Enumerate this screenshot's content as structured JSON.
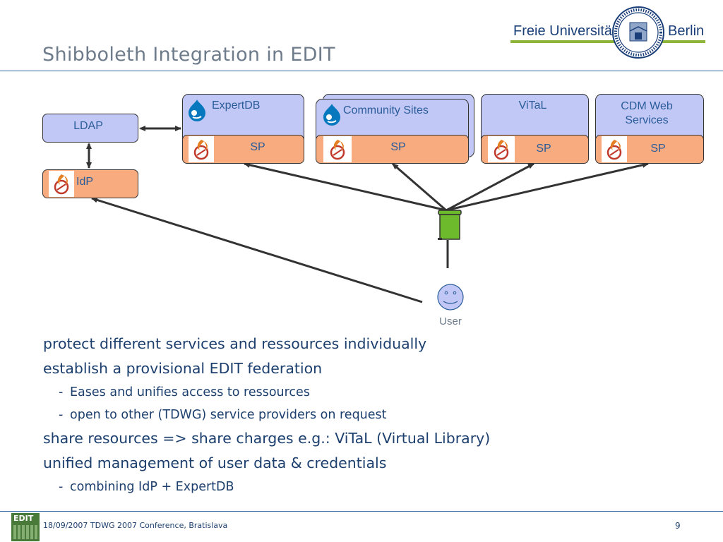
{
  "slide": {
    "title": "Shibboleth Integration in EDIT",
    "page_number": "9",
    "footer": "18/09/2007 TDWG 2007 Conference, Bratislava"
  },
  "logo": {
    "university_left": "Freie Universität",
    "university_right": "Berlin",
    "edit_logo_text": "EDIT"
  },
  "diagram": {
    "ldap": "LDAP",
    "idp": "IdP",
    "services": [
      {
        "name": "ExpertDB",
        "sp": "SP"
      },
      {
        "name": "Community Sites",
        "sp": "SP"
      },
      {
        "name": "ViTaL",
        "sp": "SP"
      },
      {
        "name": "CDM Web Services",
        "sp": "SP"
      }
    ],
    "user": "User",
    "colors": {
      "service_fill": "#c2c8f5",
      "sp_fill": "#f9ab80",
      "wayf_fill": "#6dbb2c",
      "user_fill": "#c2c8f5"
    }
  },
  "bullets": [
    {
      "level": 1,
      "text": "protect different services and ressources individually"
    },
    {
      "level": 1,
      "text": "establish a provisional EDIT federation"
    },
    {
      "level": 2,
      "text": "Eases and unifies access to ressources"
    },
    {
      "level": 2,
      "text": "open to other (TDWG) service providers on request"
    },
    {
      "level": 1,
      "text": "share resources => share charges e.g.: ViTaL (Virtual Library)"
    },
    {
      "level": 1,
      "text": "unified management of user data & credentials"
    },
    {
      "level": 2,
      "text": "combining IdP + ExpertDB"
    }
  ]
}
